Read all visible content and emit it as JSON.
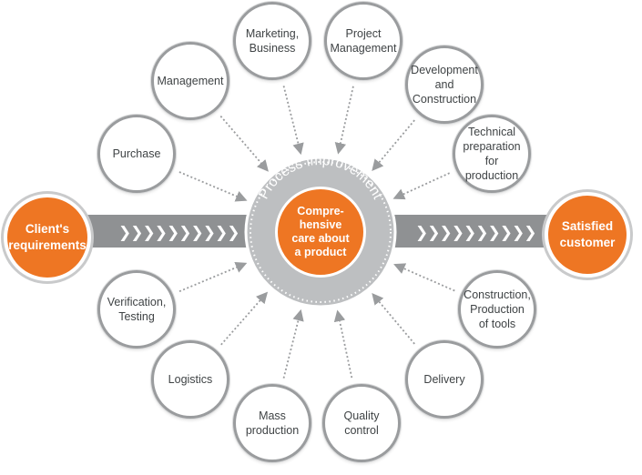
{
  "colors": {
    "accent": "#ee7623",
    "ring": "#bdbfc1",
    "border": "#9a9c9e",
    "arrow": "#9a9c9e",
    "band": "#8f9193"
  },
  "center": {
    "ring_label": "Process improvement",
    "core_label": "Compre-\nhensive\ncare about\na product"
  },
  "input": {
    "label": "Client's\nrequirements"
  },
  "output": {
    "label": "Satisfied\ncustomer"
  },
  "band": {
    "chevrons": "❯❯❯❯❯❯❯❯❯❯"
  },
  "nodes": [
    {
      "id": "marketing-business",
      "label": "Marketing,\nBusiness"
    },
    {
      "id": "project-management",
      "label": "Project\nManagement"
    },
    {
      "id": "development-construction",
      "label": "Development\nand\nConstruction"
    },
    {
      "id": "technical-preparation",
      "label": "Technical\npreparation for\nproduction"
    },
    {
      "id": "construction-tools",
      "label": "Construction,\nProduction\nof tools"
    },
    {
      "id": "delivery",
      "label": "Delivery"
    },
    {
      "id": "quality-control",
      "label": "Quality\ncontrol"
    },
    {
      "id": "mass-production",
      "label": "Mass\nproduction"
    },
    {
      "id": "logistics",
      "label": "Logistics"
    },
    {
      "id": "verification-testing",
      "label": "Verification,\nTesting"
    },
    {
      "id": "purchase",
      "label": "Purchase"
    },
    {
      "id": "management",
      "label": "Management"
    }
  ]
}
